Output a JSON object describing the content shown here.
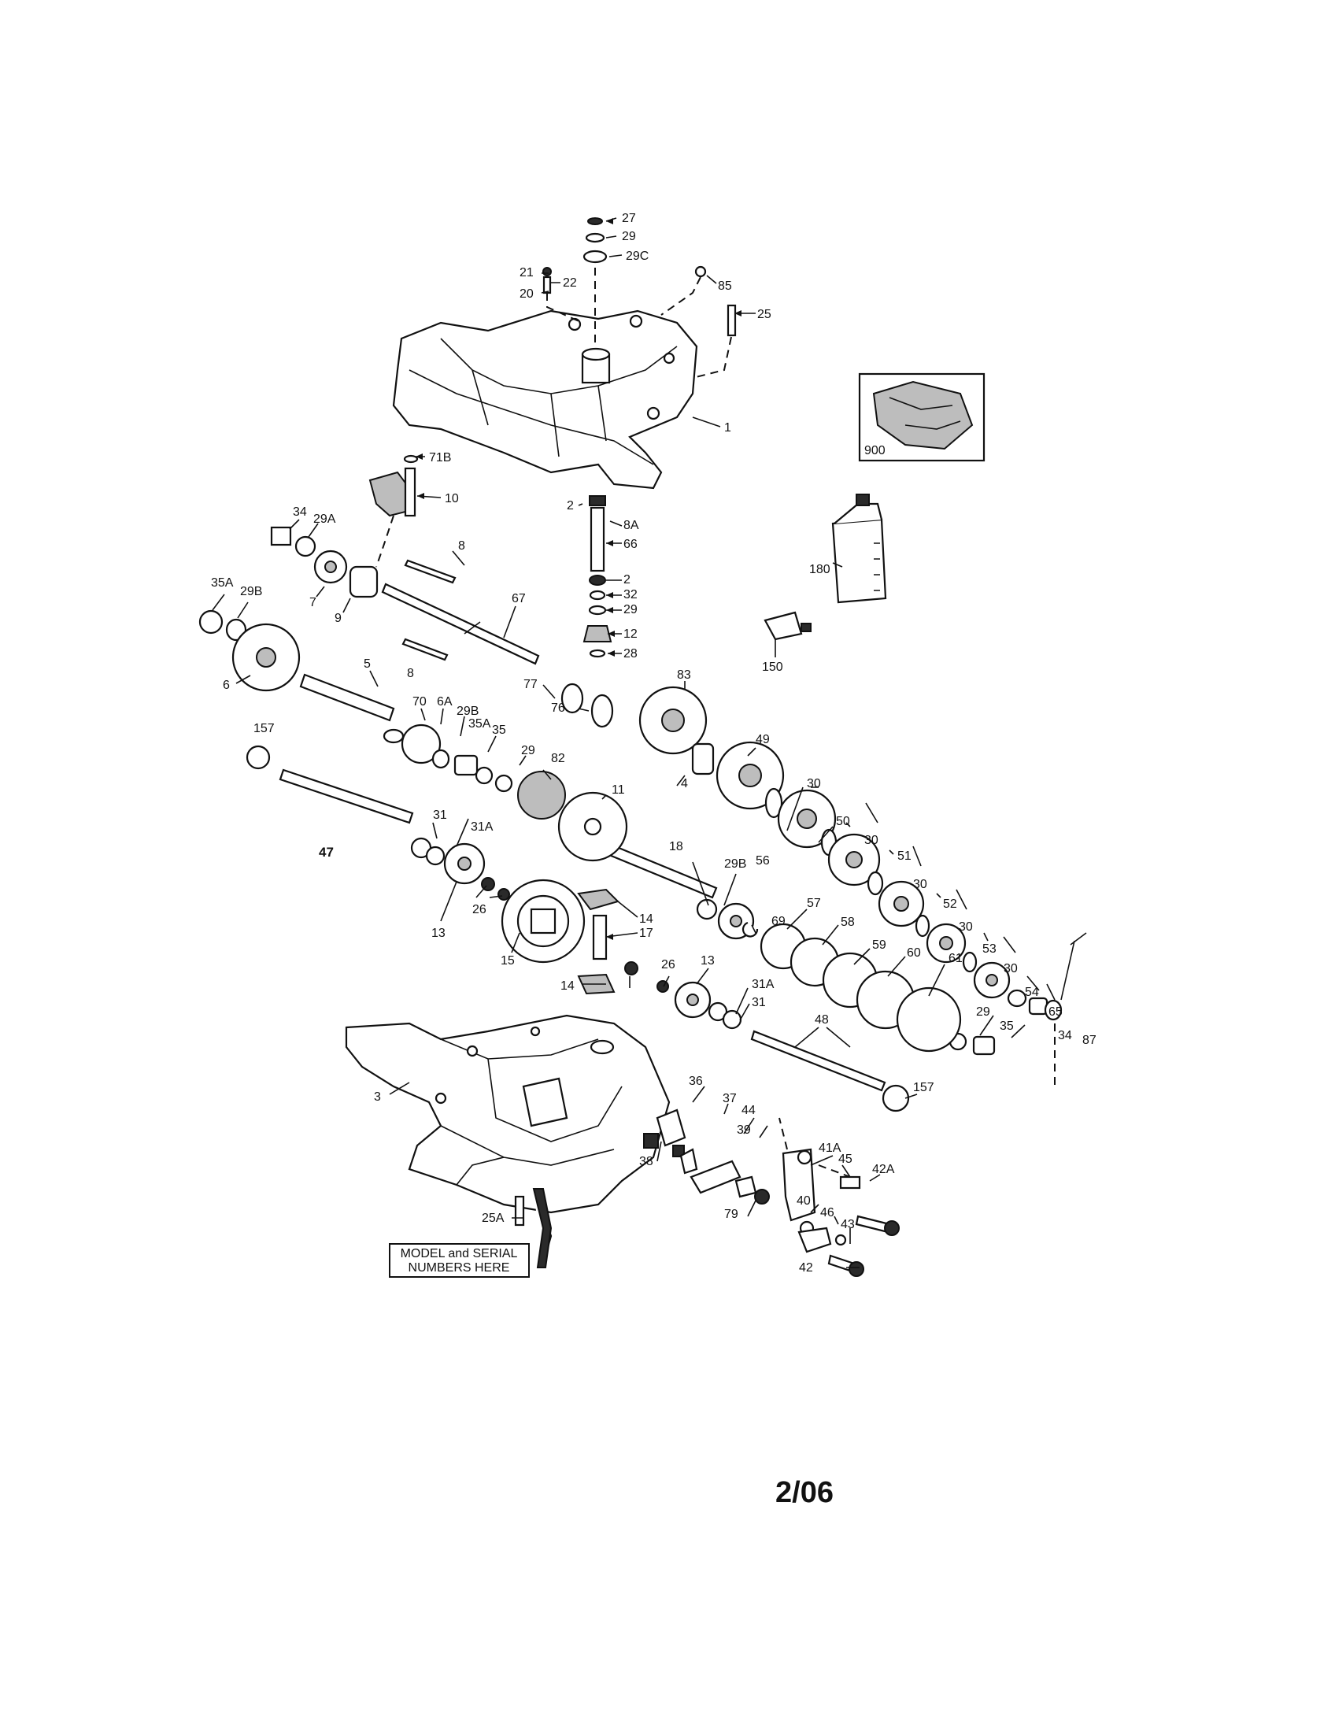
{
  "labels": [
    "27",
    "29",
    "29C",
    "21",
    "22",
    "20",
    "85",
    "25",
    "1",
    "900",
    "71B",
    "10",
    "34",
    "29A",
    "2",
    "8A",
    "66",
    "7",
    "9",
    "35A",
    "29B",
    "8",
    "67",
    "2",
    "32",
    "29",
    "12",
    "28",
    "180",
    "150",
    "6",
    "8",
    "5",
    "70",
    "6A",
    "29B",
    "35A",
    "35",
    "29",
    "82",
    "77",
    "76",
    "83",
    "49",
    "157",
    "11",
    "30",
    "50",
    "30",
    "51",
    "30",
    "52",
    "30",
    "53",
    "30",
    "54",
    "65",
    "34",
    "87",
    "18",
    "31",
    "31A",
    "47",
    "13",
    "26",
    "15",
    "4",
    "29B",
    "56",
    "69",
    "57",
    "58",
    "59",
    "60",
    "61",
    "14",
    "17",
    "26",
    "14",
    "13",
    "31A",
    "31",
    "48",
    "29",
    "35",
    "157",
    "36",
    "37",
    "44",
    "39",
    "41A",
    "45",
    "42A",
    "40",
    "46",
    "43",
    "42",
    "3",
    "38",
    "79",
    "25A"
  ],
  "note": {
    "line1": "MODEL and SERIAL",
    "line2": "NUMBERS HERE"
  },
  "footer": {
    "date": "2/06"
  }
}
